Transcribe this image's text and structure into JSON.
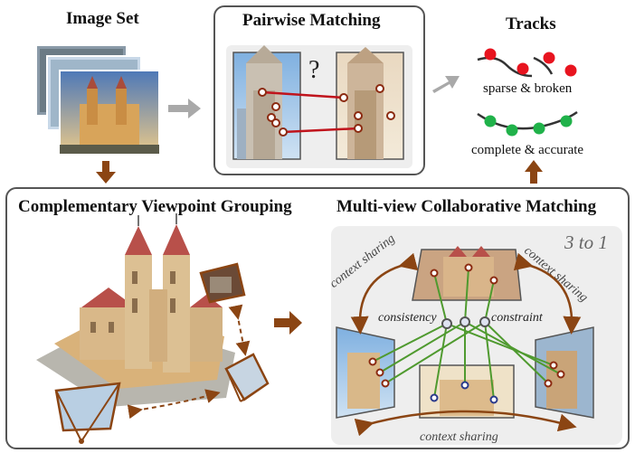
{
  "image_set": {
    "title": "Image Set"
  },
  "pairwise": {
    "title": "Pairwise Matching",
    "question": "?"
  },
  "tracks": {
    "title": "Tracks",
    "sparse_label": "sparse & broken",
    "complete_label": "complete & accurate"
  },
  "grouping": {
    "title": "Complementary Viewpoint Grouping"
  },
  "collab": {
    "title": "Multi-view Collaborative Matching",
    "ratio": "3 to 1",
    "context_left": "context sharing",
    "context_right": "context sharing",
    "context_bottom": "context sharing",
    "consistency": "consistency",
    "constraint": "constraint"
  },
  "colors": {
    "arrow_brown": "#8b4513",
    "arrow_gray": "#a9a9a9",
    "track_red": "#e8141f",
    "track_green": "#20b24a",
    "match_red": "#c0141c",
    "collab_green": "#4f9a2f",
    "sky": "#8ab6df",
    "church_roof": "#b8504a",
    "church_wall": "#d9b27a"
  }
}
